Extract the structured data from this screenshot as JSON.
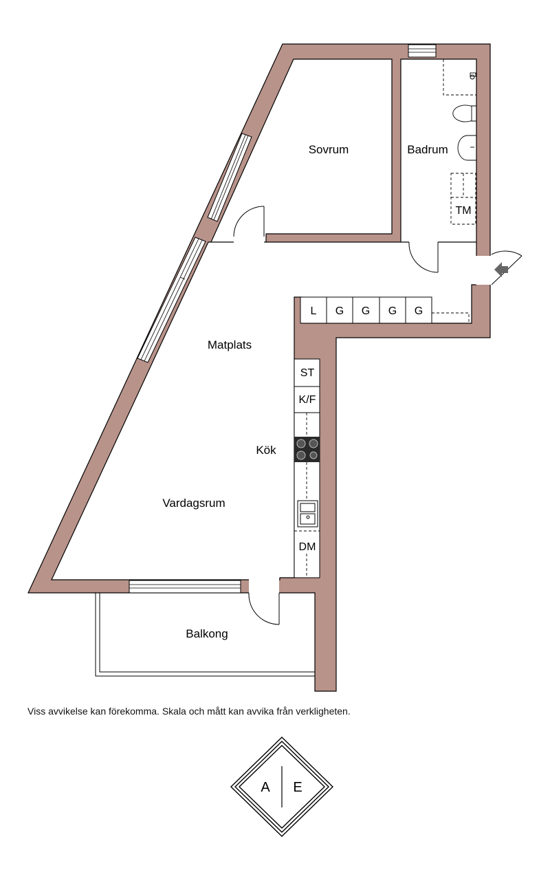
{
  "rooms": {
    "sovrum": "Sovrum",
    "badrum": "Badrum",
    "matplats": "Matplats",
    "kok": "Kök",
    "vardagsrum": "Vardagsrum",
    "balkong": "Balkong"
  },
  "fixtures": {
    "tm": "TM",
    "wardrobes": [
      "L",
      "G",
      "G",
      "G",
      "G"
    ],
    "st": "ST",
    "kf": "K/F",
    "dm": "DM"
  },
  "disclaimer": "Viss avvikelse kan förekomma. Skala och mått kan avvika från verkligheten.",
  "logo": {
    "left": "A",
    "right": "E"
  },
  "colors": {
    "wall": "#b8938a",
    "line": "#000000",
    "background": "#ffffff"
  }
}
